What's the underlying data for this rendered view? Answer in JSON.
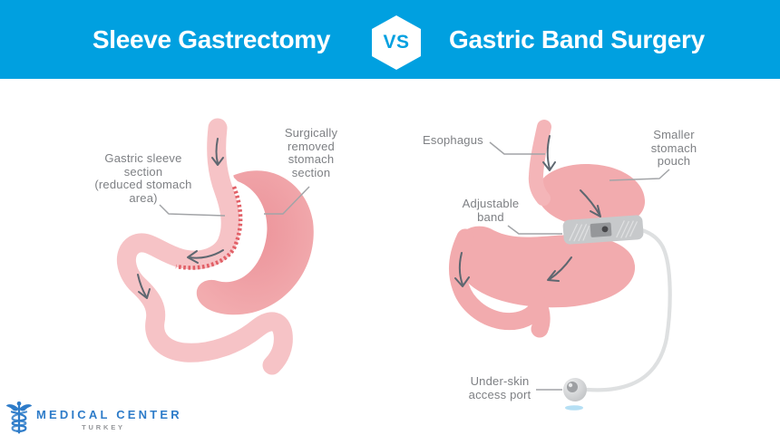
{
  "header": {
    "left_title": "Sleeve Gastrectomy",
    "vs": "VS",
    "right_title": "Gastric Band Surgery",
    "background_color": "#00A0E0",
    "title_color": "#FFFFFF"
  },
  "left_diagram": {
    "title_ref": "Sleeve Gastrectomy",
    "sleeve_label": [
      "Gastric sleeve",
      "section",
      "(reduced stomach",
      "area)"
    ],
    "removed_label": [
      "Surgically",
      "removed",
      "stomach",
      "section"
    ]
  },
  "right_diagram": {
    "title_ref": "Gastric Band Surgery",
    "esophagus_label": "Esophagus",
    "pouch_label": [
      "Smaller",
      "stomach",
      "pouch"
    ],
    "band_label": [
      "Adjustable",
      "band"
    ],
    "port_label": [
      "Under-skin",
      "access port"
    ]
  },
  "footer": {
    "brand": "MEDICAL CENTER",
    "country": "TURKEY"
  },
  "colors": {
    "header_blue": "#00A0E0",
    "pink_light": "#F6C3C6",
    "pink_deep": "#F2ABAE",
    "staple_red": "#E15F66",
    "arrow_gray": "#5E6770",
    "label_gray": "#7E8084",
    "leader_gray": "#A2A4A7",
    "band_gray": "#C7C9CB",
    "band_dark_gray": "#95979A",
    "tube_gray": "#DEE0E1",
    "port_shadow_blue": "#A8D9F2",
    "logo_blue": "#2E7CC9"
  }
}
